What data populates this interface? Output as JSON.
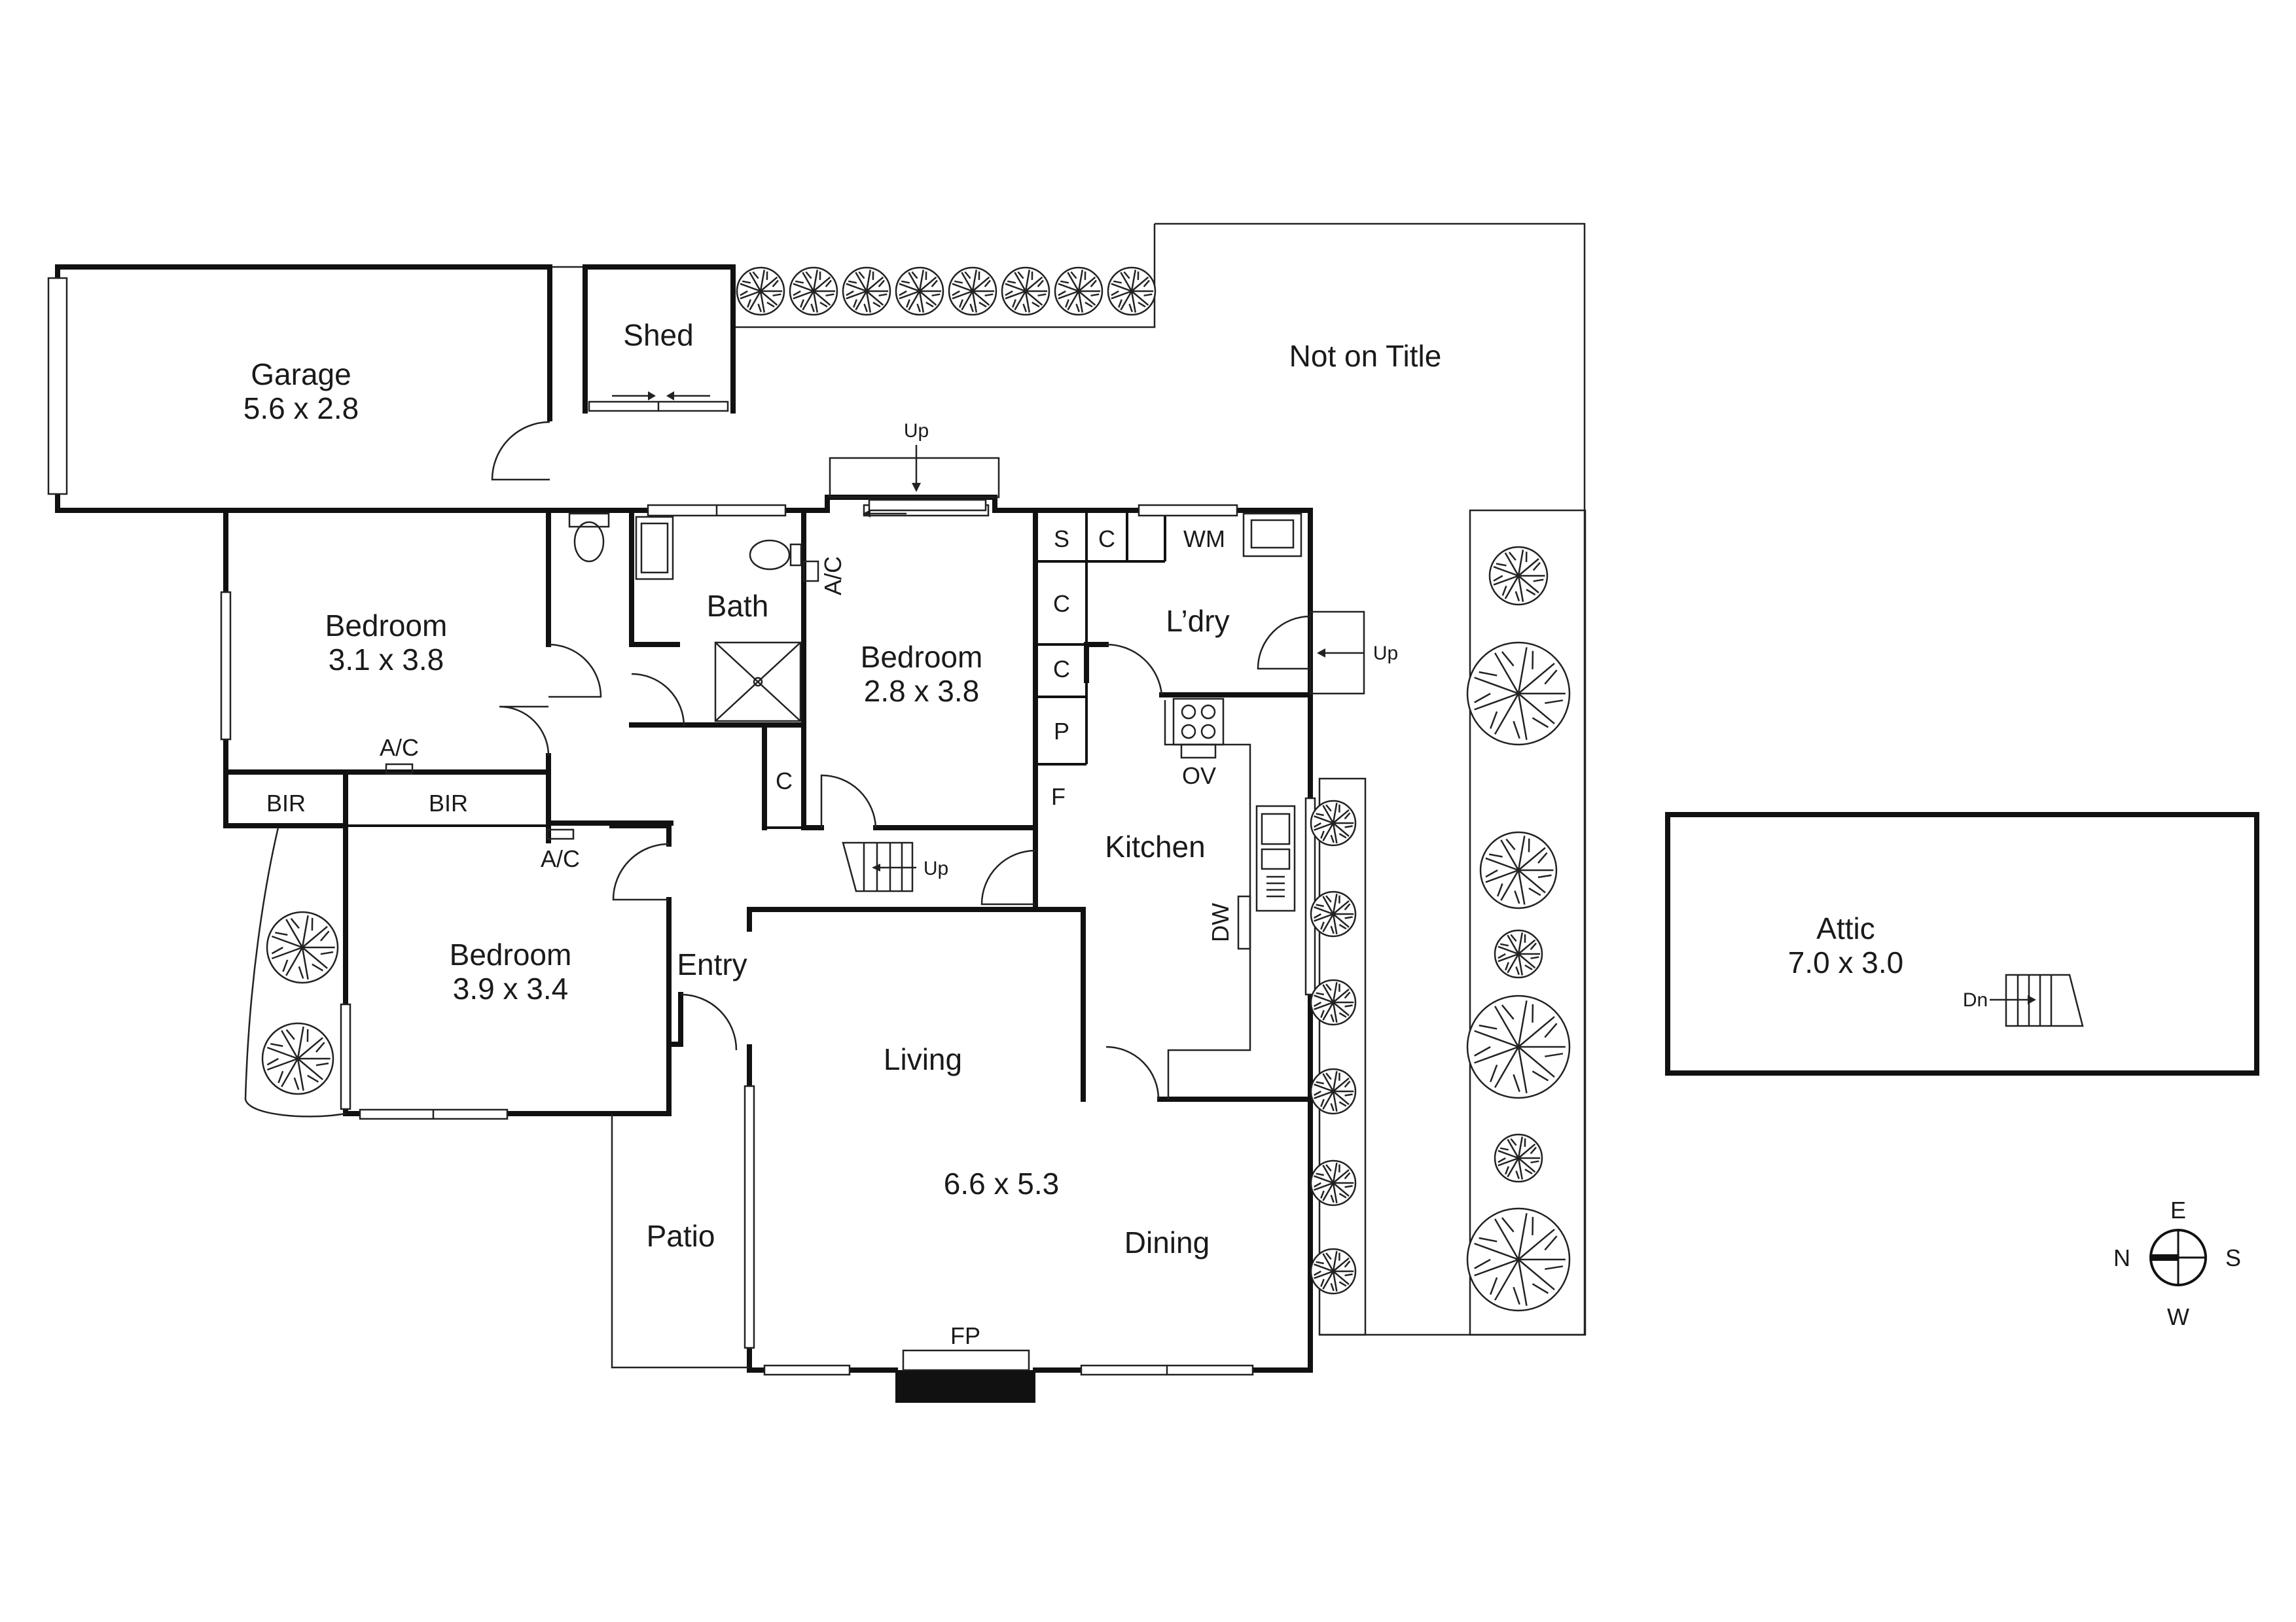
{
  "rooms": {
    "garage": {
      "name": "Garage",
      "dims": "5.6 x 2.8"
    },
    "shed": {
      "name": "Shed"
    },
    "not_on_title": {
      "name": "Not on Title"
    },
    "bedroom1": {
      "name": "Bedroom",
      "dims": "3.1 x 3.8"
    },
    "bath": {
      "name": "Bath"
    },
    "bedroom2": {
      "name": "Bedroom",
      "dims": "2.8 x 3.8"
    },
    "laundry": {
      "name": "L’dry"
    },
    "kitchen": {
      "name": "Kitchen"
    },
    "bedroom3": {
      "name": "Bedroom",
      "dims": "3.9 x 3.4"
    },
    "entry": {
      "name": "Entry"
    },
    "living": {
      "name": "Living"
    },
    "living_dining_dims": "6.6 x 5.3",
    "dining": {
      "name": "Dining"
    },
    "patio": {
      "name": "Patio"
    },
    "attic": {
      "name": "Attic",
      "dims": "7.0 x 3.0"
    }
  },
  "labels": {
    "bir_1": "BIR",
    "bir_2": "BIR",
    "ac_bedroom1": "A/C",
    "ac_bedroom3": "A/C",
    "ac_bath": "A/C",
    "up_top": "Up",
    "up_laundry": "Up",
    "up_stairs": "Up",
    "dn_attic": "Dn",
    "cupboard_s": "S",
    "cupboard_c1": "C",
    "cupboard_c2": "C",
    "cupboard_c3": "C",
    "cupboard_c_hall": "C",
    "pantry_p": "P",
    "fridge_f": "F",
    "washing_machine": "WM",
    "oven": "OV",
    "dishwasher": "DW",
    "fireplace": "FP"
  },
  "compass": {
    "north": "N",
    "east": "E",
    "south": "S",
    "west": "W"
  },
  "icons": [
    "tree-icon",
    "compass-icon",
    "stairs-icon",
    "toilet-icon",
    "cooktop-icon",
    "sink-icon",
    "bathtub-icon",
    "shower-icon"
  ],
  "colors": {
    "line": "#111111",
    "background": "#ffffff"
  }
}
